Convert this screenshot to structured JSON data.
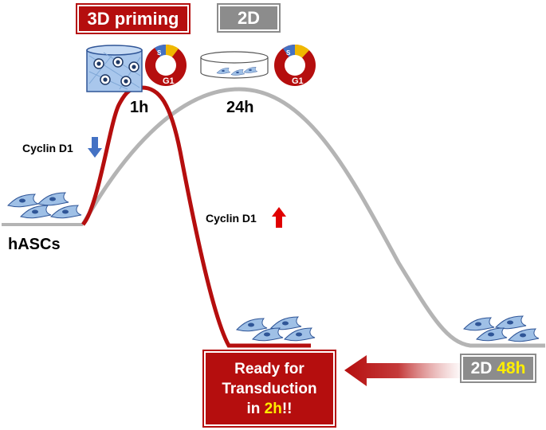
{
  "labels": {
    "primed_3d": "3D priming",
    "culture_2d": "2D",
    "time_1h": "1h",
    "time_24h": "24h",
    "cells": "hASCs",
    "cyclin_down": "Cyclin D1",
    "cyclin_up": "Cyclin D1",
    "ready_line1": "Ready for",
    "ready_line2": "Transduction",
    "ready_line3_prefix": "in ",
    "ready_line3_highlight": "2h",
    "ready_line3_suffix": "!!",
    "end_prefix": "2D ",
    "end_highlight": "48h",
    "s_phase": "S",
    "g1_phase": "G1"
  },
  "colors": {
    "red": "#b50e0e",
    "gray": "#8c8c8c",
    "curve_gray": "#b4b4b4",
    "highlight_yellow": "#ffee00",
    "cell_blue": "#7fa7d6",
    "nucleus_blue": "#2f5597",
    "arrow_down_blue": "#4472c4",
    "arrow_up_red": "#e00000"
  },
  "icons": [
    "scaffold-3d-icon",
    "petri-dish-icon",
    "cell-cycle-donut-icon",
    "cell-cluster-icon",
    "arrow-down-icon",
    "arrow-up-icon",
    "gradient-arrow-icon"
  ]
}
